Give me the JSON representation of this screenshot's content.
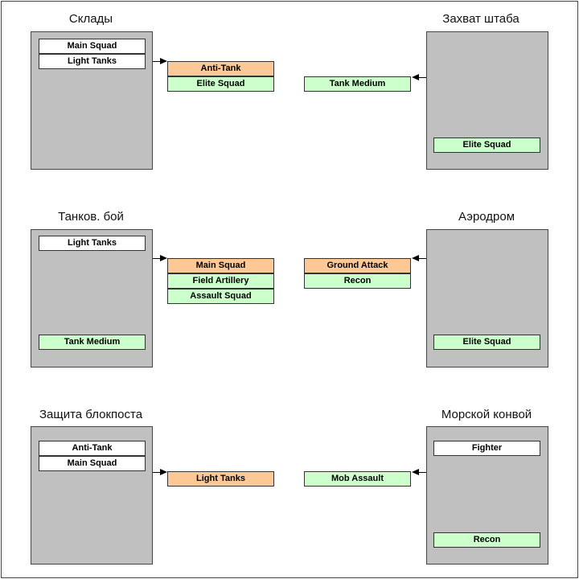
{
  "groups": [
    {
      "id": "warehouses",
      "title": "Склады",
      "panel_items": [
        {
          "label": "Main Squad",
          "kind": "white"
        },
        {
          "label": "Light Tanks",
          "kind": "white"
        }
      ],
      "output_items": [
        {
          "label": "Anti-Tank",
          "kind": "orange"
        },
        {
          "label": "Elite Squad",
          "kind": "green"
        }
      ]
    },
    {
      "id": "hq",
      "title": "Захват штаба",
      "panel_items": [
        {
          "label": "Elite Squad",
          "kind": "green"
        }
      ],
      "output_items": [
        {
          "label": "Tank Medium",
          "kind": "green"
        }
      ]
    },
    {
      "id": "tankbattle",
      "title": "Танков. бой",
      "panel_items": [
        {
          "label": "Light Tanks",
          "kind": "white"
        },
        {
          "label": "Tank Medium",
          "kind": "green"
        }
      ],
      "output_items": [
        {
          "label": "Main Squad",
          "kind": "orange"
        },
        {
          "label": "Field Artillery",
          "kind": "green"
        },
        {
          "label": "Assault Squad",
          "kind": "green"
        }
      ]
    },
    {
      "id": "airfield",
      "title": "Аэродром",
      "panel_items": [
        {
          "label": "Elite Squad",
          "kind": "green"
        }
      ],
      "output_items": [
        {
          "label": "Ground Attack",
          "kind": "orange"
        },
        {
          "label": "Recon",
          "kind": "green"
        }
      ]
    },
    {
      "id": "checkpoint",
      "title": "Защита блокпоста",
      "panel_items": [
        {
          "label": "Anti-Tank",
          "kind": "white"
        },
        {
          "label": "Main Squad",
          "kind": "white"
        }
      ],
      "output_items": [
        {
          "label": "Light Tanks",
          "kind": "orange"
        }
      ]
    },
    {
      "id": "convoy",
      "title": "Морской конвой",
      "panel_items": [
        {
          "label": "Fighter",
          "kind": "white"
        },
        {
          "label": "Recon",
          "kind": "green"
        }
      ],
      "output_items": [
        {
          "label": "Mob Assault",
          "kind": "green"
        }
      ]
    }
  ],
  "colors": {
    "panel": "#c0c0c0",
    "white_item": "#ffffff",
    "green_item": "#ccffcc",
    "orange_item": "#fcc896"
  }
}
